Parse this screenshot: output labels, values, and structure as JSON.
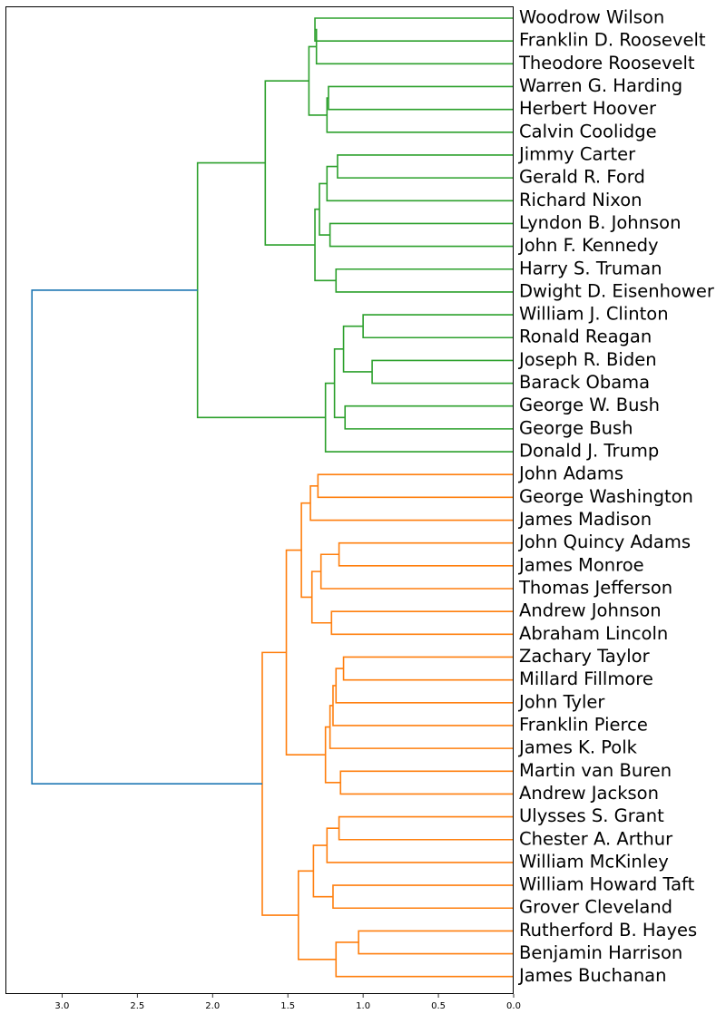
{
  "chart_data": {
    "type": "dendrogram",
    "orientation": "left",
    "x_ticks": [
      3.0,
      2.5,
      2.0,
      1.5,
      1.0,
      0.5,
      0.0
    ],
    "x_tick_labels": [
      "3.0",
      "2.5",
      "2.0",
      "1.5",
      "1.0",
      "0.5",
      "0.0"
    ],
    "xlim": [
      3.37,
      0.0
    ],
    "colors": {
      "cluster_a": "#2ca02c",
      "cluster_b": "#ff7f0e",
      "root": "#1f77b4"
    },
    "leaves": [
      "Woodrow Wilson",
      "Franklin D. Roosevelt",
      "Theodore Roosevelt",
      "Warren G. Harding",
      "Herbert Hoover",
      "Calvin Coolidge",
      "Jimmy Carter",
      "Gerald R. Ford",
      "Richard Nixon",
      "Lyndon B. Johnson",
      "John F. Kennedy",
      "Harry S. Truman",
      "Dwight D. Eisenhower",
      "William J. Clinton",
      "Ronald Reagan",
      "Joseph R. Biden",
      "Barack Obama",
      "George W. Bush",
      "George Bush",
      "Donald J. Trump",
      "John Adams",
      "George Washington",
      "James Madison",
      "John Quincy Adams",
      "James Monroe",
      "Thomas Jefferson",
      "Andrew Johnson",
      "Abraham Lincoln",
      "Zachary Taylor",
      "Millard Fillmore",
      "John Tyler",
      "Franklin Pierce",
      "James K. Polk",
      "Martin van Buren",
      "Andrew Jackson",
      "Ulysses S. Grant",
      "Chester A. Arthur",
      "William McKinley",
      "William Howard Taft",
      "Grover Cleveland",
      "Rutherford B. Hayes",
      "Benjamin Harrison",
      "James Buchanan"
    ],
    "merges": [
      {
        "a": 0,
        "b": 1,
        "height": 1.32,
        "color": "cluster_a"
      },
      {
        "a": "m0",
        "b": 2,
        "height": 1.31,
        "color": "cluster_a"
      },
      {
        "a": 3,
        "b": 4,
        "height": 1.23,
        "color": "cluster_a"
      },
      {
        "a": "m2",
        "b": 5,
        "height": 1.24,
        "color": "cluster_a"
      },
      {
        "a": "m1",
        "b": "m3",
        "height": 1.36,
        "color": "cluster_a"
      },
      {
        "a": 6,
        "b": 7,
        "height": 1.17,
        "color": "cluster_a"
      },
      {
        "a": "m5",
        "b": 8,
        "height": 1.24,
        "color": "cluster_a"
      },
      {
        "a": 9,
        "b": 10,
        "height": 1.22,
        "color": "cluster_a"
      },
      {
        "a": "m6",
        "b": "m7",
        "height": 1.29,
        "color": "cluster_a"
      },
      {
        "a": 11,
        "b": 12,
        "height": 1.18,
        "color": "cluster_a"
      },
      {
        "a": "m8",
        "b": "m9",
        "height": 1.32,
        "color": "cluster_a"
      },
      {
        "a": "m4",
        "b": "m10",
        "height": 1.65,
        "color": "cluster_a"
      },
      {
        "a": 13,
        "b": 14,
        "height": 1.0,
        "color": "cluster_a"
      },
      {
        "a": 15,
        "b": 16,
        "height": 0.94,
        "color": "cluster_a"
      },
      {
        "a": "m12",
        "b": "m13",
        "height": 1.13,
        "color": "cluster_a"
      },
      {
        "a": 17,
        "b": 18,
        "height": 1.12,
        "color": "cluster_a"
      },
      {
        "a": "m14",
        "b": "m15",
        "height": 1.19,
        "color": "cluster_a"
      },
      {
        "a": "m16",
        "b": 19,
        "height": 1.25,
        "color": "cluster_a"
      },
      {
        "a": "m11",
        "b": "m17",
        "height": 2.1,
        "color": "cluster_a"
      },
      {
        "a": 20,
        "b": 21,
        "height": 1.3,
        "color": "cluster_b"
      },
      {
        "a": "m19",
        "b": 22,
        "height": 1.35,
        "color": "cluster_b"
      },
      {
        "a": 23,
        "b": 24,
        "height": 1.16,
        "color": "cluster_b"
      },
      {
        "a": "m21",
        "b": 25,
        "height": 1.28,
        "color": "cluster_b"
      },
      {
        "a": 26,
        "b": 27,
        "height": 1.21,
        "color": "cluster_b"
      },
      {
        "a": "m22",
        "b": "m23",
        "height": 1.34,
        "color": "cluster_b"
      },
      {
        "a": "m20",
        "b": "m24",
        "height": 1.41,
        "color": "cluster_b"
      },
      {
        "a": 28,
        "b": 29,
        "height": 1.13,
        "color": "cluster_b"
      },
      {
        "a": "m26",
        "b": 30,
        "height": 1.18,
        "color": "cluster_b"
      },
      {
        "a": "m27",
        "b": 31,
        "height": 1.2,
        "color": "cluster_b"
      },
      {
        "a": "m28",
        "b": 32,
        "height": 1.22,
        "color": "cluster_b"
      },
      {
        "a": 33,
        "b": 34,
        "height": 1.15,
        "color": "cluster_b"
      },
      {
        "a": "m29",
        "b": "m30",
        "height": 1.25,
        "color": "cluster_b"
      },
      {
        "a": "m25",
        "b": "m31",
        "height": 1.51,
        "color": "cluster_b"
      },
      {
        "a": 35,
        "b": 36,
        "height": 1.16,
        "color": "cluster_b"
      },
      {
        "a": "m33",
        "b": 37,
        "height": 1.24,
        "color": "cluster_b"
      },
      {
        "a": 38,
        "b": 39,
        "height": 1.2,
        "color": "cluster_b"
      },
      {
        "a": "m34",
        "b": "m35",
        "height": 1.33,
        "color": "cluster_b"
      },
      {
        "a": 40,
        "b": 41,
        "height": 1.03,
        "color": "cluster_b"
      },
      {
        "a": "m37",
        "b": 42,
        "height": 1.18,
        "color": "cluster_b"
      },
      {
        "a": "m36",
        "b": "m38",
        "height": 1.43,
        "color": "cluster_b"
      },
      {
        "a": "m32",
        "b": "m39",
        "height": 1.67,
        "color": "cluster_b"
      },
      {
        "a": "m18",
        "b": "m40",
        "height": 3.2,
        "color": "root"
      }
    ]
  }
}
